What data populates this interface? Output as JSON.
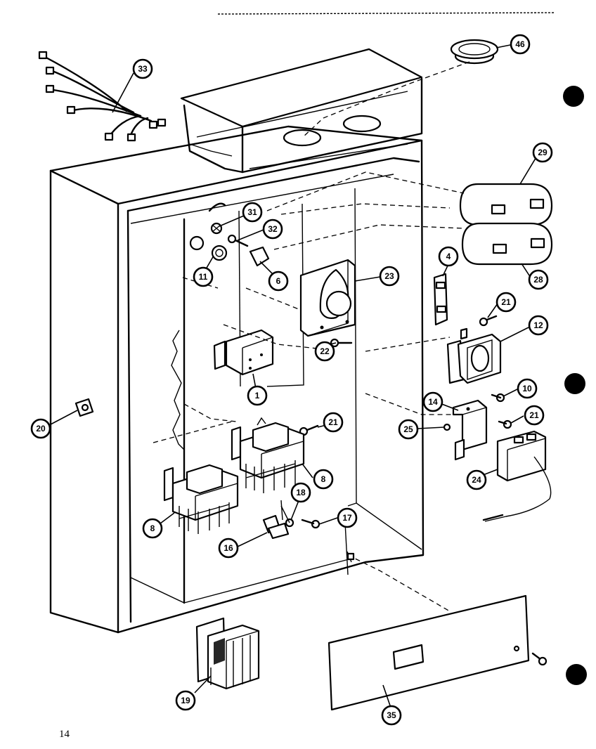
{
  "page_number": "14",
  "callouts": [
    {
      "id": "c33",
      "label": "33"
    },
    {
      "id": "c46",
      "label": "46"
    },
    {
      "id": "c29",
      "label": "29"
    },
    {
      "id": "c28",
      "label": "28"
    },
    {
      "id": "c31",
      "label": "31"
    },
    {
      "id": "c32",
      "label": "32"
    },
    {
      "id": "c11",
      "label": "11"
    },
    {
      "id": "c6a",
      "label": "6"
    },
    {
      "id": "c23",
      "label": "23"
    },
    {
      "id": "c4",
      "label": "4"
    },
    {
      "id": "c21a",
      "label": "21"
    },
    {
      "id": "c12",
      "label": "12"
    },
    {
      "id": "c22",
      "label": "22"
    },
    {
      "id": "c1",
      "label": "1"
    },
    {
      "id": "c10",
      "label": "10"
    },
    {
      "id": "c14",
      "label": "14"
    },
    {
      "id": "c21b",
      "label": "21"
    },
    {
      "id": "c25",
      "label": "25"
    },
    {
      "id": "c21c",
      "label": "21"
    },
    {
      "id": "c24",
      "label": "24"
    },
    {
      "id": "c20",
      "label": "20"
    },
    {
      "id": "c8b",
      "label": "8"
    },
    {
      "id": "c18",
      "label": "18"
    },
    {
      "id": "c8a",
      "label": "8"
    },
    {
      "id": "c17",
      "label": "17"
    },
    {
      "id": "c16",
      "label": "16"
    },
    {
      "id": "c19",
      "label": "19"
    },
    {
      "id": "c35",
      "label": "35"
    }
  ]
}
